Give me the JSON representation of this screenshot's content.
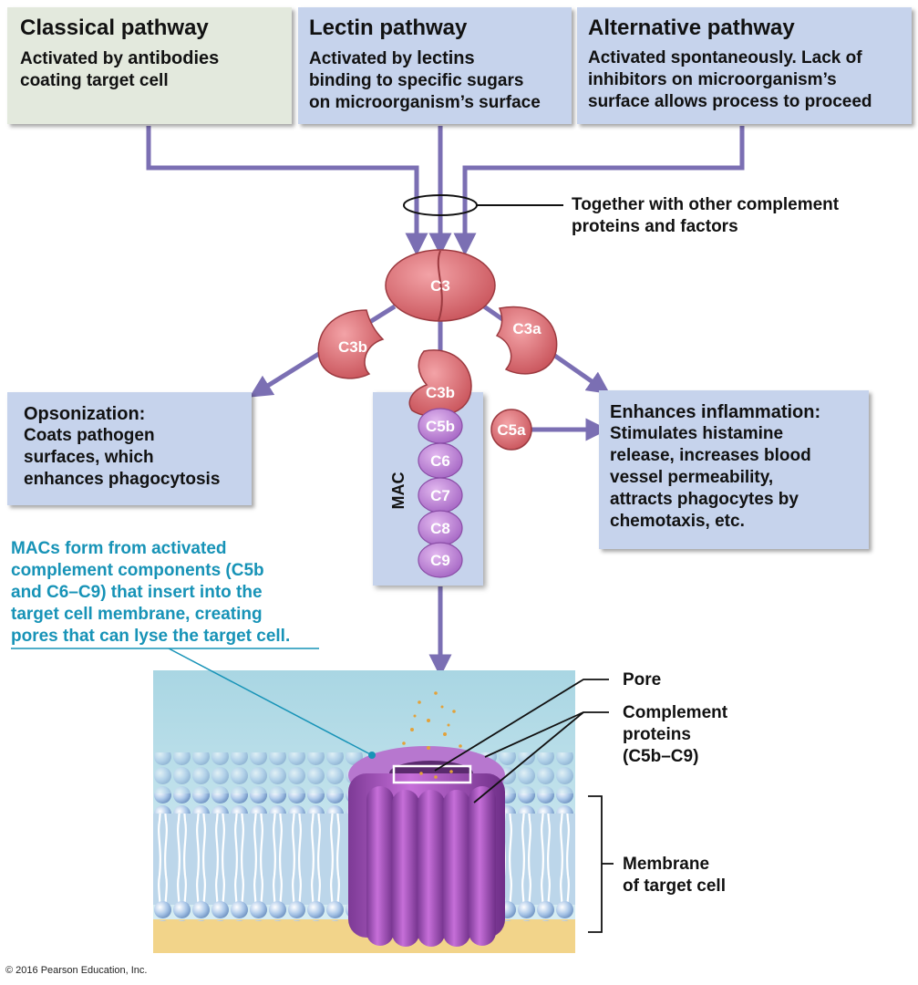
{
  "pathways": {
    "classical": {
      "title": "Classical pathway",
      "line1_a": "Activated by ",
      "line1_b": "antibodies",
      "line2": "coating target cell"
    },
    "lectin": {
      "title": "Lectin pathway",
      "line1_a": "Activated by ",
      "line1_b": "lectins",
      "line2": "binding to specific sugars",
      "line3": "on microorganism’s surface"
    },
    "alternative": {
      "title": "Alternative pathway",
      "line1": "Activated spontaneously. Lack of",
      "line2": "inhibitors on microorganism’s",
      "line3": "surface allows process to proceed"
    }
  },
  "together": {
    "line1": "Together with other complement",
    "line2": "proteins and factors"
  },
  "nodes": {
    "c3": "C3",
    "c3b_left": "C3b",
    "c3a": "C3a",
    "c3b_mac": "C3b",
    "c5a": "C5a",
    "chain": [
      "C5b",
      "C6",
      "C7",
      "C8",
      "C9"
    ],
    "mac": "MAC"
  },
  "opsonization": {
    "title": "Opsonization:",
    "line1": "Coats pathogen",
    "line2": "surfaces, which",
    "line3": "enhances phagocytosis"
  },
  "inflammation": {
    "title": "Enhances inflammation:",
    "line1": "Stimulates histamine",
    "line2": "release, increases blood",
    "line3": "vessel permeability,",
    "line4": "attracts phagocytes by",
    "line5": "chemotaxis, etc."
  },
  "mac_note": {
    "line1": "MACs form from activated",
    "line2": "complement components (C5b",
    "line3": "and C6–C9) that insert into the",
    "line4": "target cell membrane, creating",
    "line5": "pores that can lyse the target cell."
  },
  "labels": {
    "pore": "Pore",
    "complement_1": "Complement",
    "complement_2": "proteins",
    "complement_3": "(C5b–C9)",
    "membrane_1": "Membrane",
    "membrane_2": "of target cell"
  },
  "copyright": "© 2016 Pearson Education, Inc.",
  "colors": {
    "arrow": "#7b6fb3",
    "protein": "#d9696f",
    "mac_ring": "#b07ccb",
    "teal": "#1793b7",
    "box_blue": "#c6d3ec",
    "box_green": "#e3e9dd"
  }
}
